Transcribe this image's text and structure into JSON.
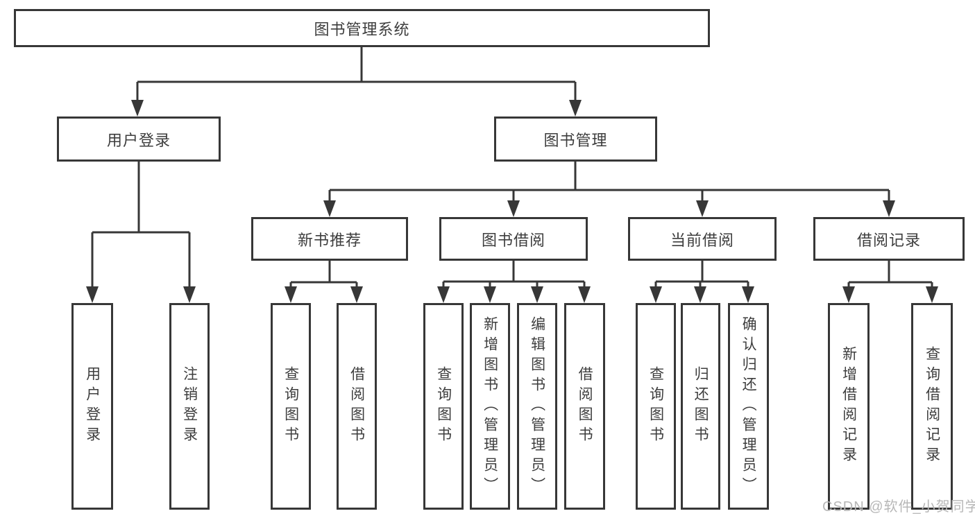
{
  "tree": {
    "root": "图书管理系统",
    "branches": [
      {
        "label": "用户登录",
        "children": [
          "用户登录",
          "注销登录"
        ]
      },
      {
        "label": "图书管理",
        "groups": [
          {
            "label": "新书推荐",
            "children": [
              "查询图书",
              "借阅图书"
            ]
          },
          {
            "label": "图书借阅",
            "children": [
              "查询图书",
              "新增图书（管理员）",
              "编辑图书（管理员）",
              "借阅图书"
            ]
          },
          {
            "label": "当前借阅",
            "children": [
              "查询图书",
              "归还图书",
              "确认归还（管理员）"
            ]
          },
          {
            "label": "借阅记录",
            "children": [
              "新增借阅记录",
              "查询借阅记录"
            ]
          }
        ]
      }
    ]
  },
  "watermark": {
    "text": "CSDN @软件_小贺同学"
  },
  "colors": {
    "line": "#373737",
    "text": "#3d3d3d",
    "watermark": "#b7b7b7",
    "background": "#ffffff"
  }
}
